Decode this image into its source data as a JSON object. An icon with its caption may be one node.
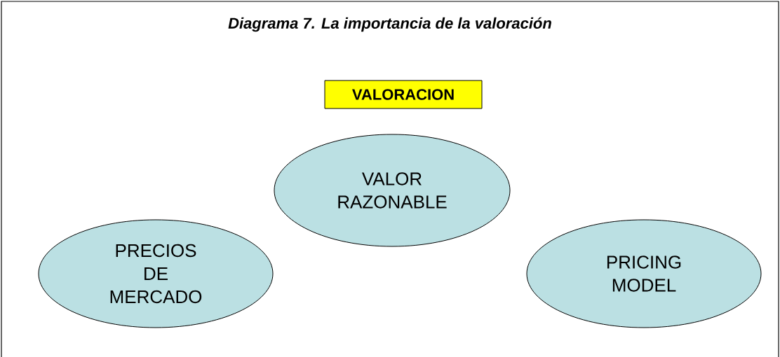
{
  "diagram": {
    "title": "Diagrama 7.  La importancia de la valoración",
    "nodes": [
      {
        "text": [
          "VALORACION"
        ]
      },
      {
        "text": [
          "VALOR RAZONABLE"
        ]
      },
      {
        "text": [
          "PRECIOS DE MERCADO"
        ]
      },
      {
        "text": [
          "PRICING MODEL"
        ]
      }
    ]
  }
}
